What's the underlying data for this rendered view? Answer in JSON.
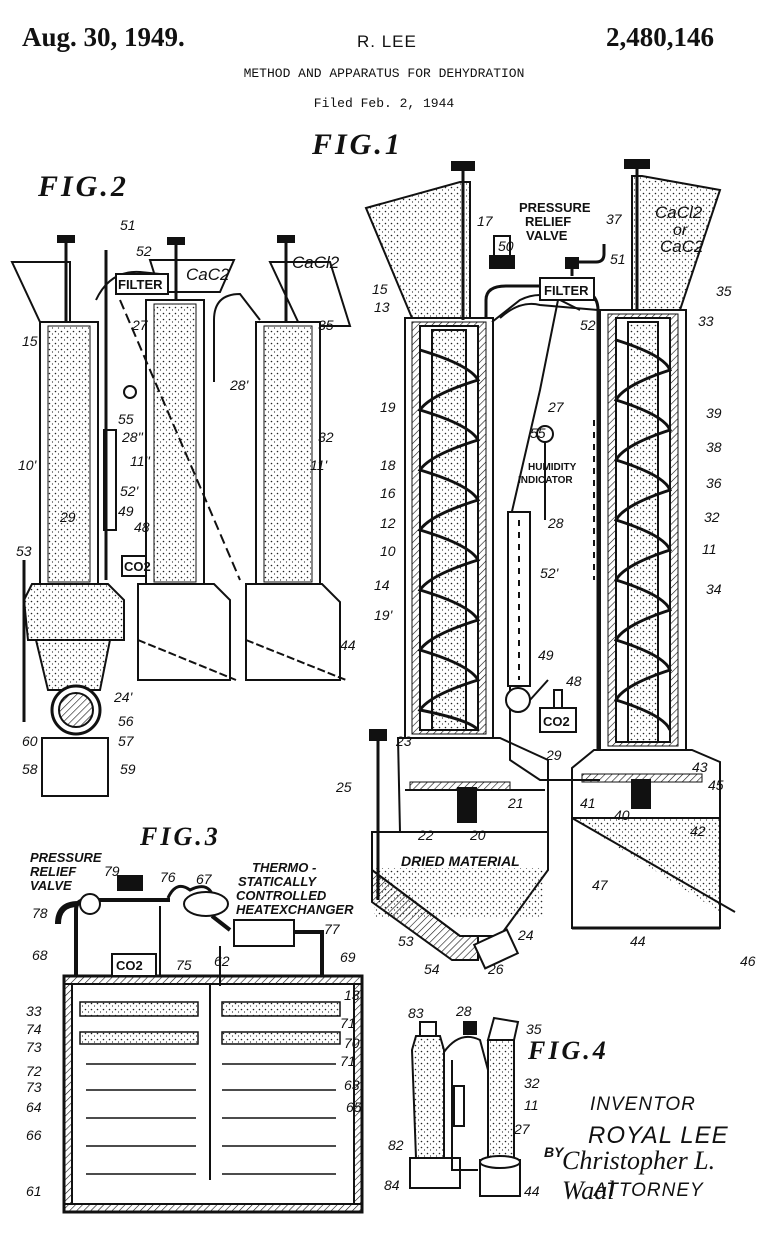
{
  "header": {
    "date": "Aug. 30, 1949.",
    "inventor": "R. LEE",
    "patent_number": "2,480,146",
    "title": "METHOD AND APPARATUS FOR DEHYDRATION",
    "filed": "Filed Feb. 2, 1944"
  },
  "figures": {
    "fig1": "FIG.1",
    "fig2": "FIG.2",
    "fig3": "FIG.3",
    "fig4": "FIG.4"
  },
  "fig1_text": {
    "pressure_relief": "PRESSURE",
    "relief_valve": "RELIEF",
    "valve": "VALVE",
    "filter": "FILTER",
    "cacl2": "CaCl2",
    "or": "or",
    "cac2": "CaC2",
    "humidity": "HUMIDITY",
    "indicator": "INDICATOR",
    "co2": "CO2",
    "dried_material": "DRIED MATERIAL",
    "refs": [
      "17",
      "50",
      "37",
      "51",
      "35",
      "15",
      "13",
      "52",
      "33",
      "19",
      "27",
      "39",
      "55",
      "38",
      "18",
      "36",
      "16",
      "28",
      "12",
      "32",
      "10",
      "11",
      "14",
      "34",
      "19'",
      "52'",
      "49",
      "48",
      "43",
      "23",
      "45",
      "25",
      "21",
      "41",
      "40",
      "22",
      "20",
      "42",
      "47",
      "53",
      "24",
      "44",
      "46",
      "54",
      "26",
      "29"
    ]
  },
  "fig2_text": {
    "filter": "FILTER",
    "cac2": "CaC2",
    "cacl2": "CaCl2",
    "co2": "CO2",
    "refs": [
      "51",
      "52",
      "15",
      "27",
      "35",
      "28'",
      "32",
      "55",
      "28''",
      "10'",
      "11''",
      "11'",
      "52'",
      "29",
      "49",
      "48",
      "53",
      "44",
      "24'",
      "56",
      "60",
      "57",
      "58",
      "59"
    ]
  },
  "fig3_text": {
    "pressure": "PRESSURE",
    "relief": "RELIEF",
    "valve": "VALVE",
    "thermo1": "THERMO -",
    "thermo2": "STATICALLY",
    "thermo3": "CONTROLLED",
    "thermo4": "HEATEXCHANGER",
    "co2": "CO2",
    "refs": [
      "79",
      "76",
      "67",
      "78",
      "77",
      "68",
      "75",
      "62",
      "69",
      "33",
      "13",
      "74",
      "71",
      "73",
      "70",
      "72",
      "71",
      "64",
      "63",
      "66",
      "65",
      "61"
    ]
  },
  "fig4_text": {
    "refs": [
      "83",
      "28",
      "35",
      "32",
      "11",
      "27",
      "82",
      "84",
      "44"
    ]
  },
  "signature": {
    "inventor_label": "INVENTOR",
    "inventor_name": "ROYAL LEE",
    "by": "BY",
    "attorney_name": "Christopher L. Waal",
    "attorney_label": "ATTORNEY"
  }
}
